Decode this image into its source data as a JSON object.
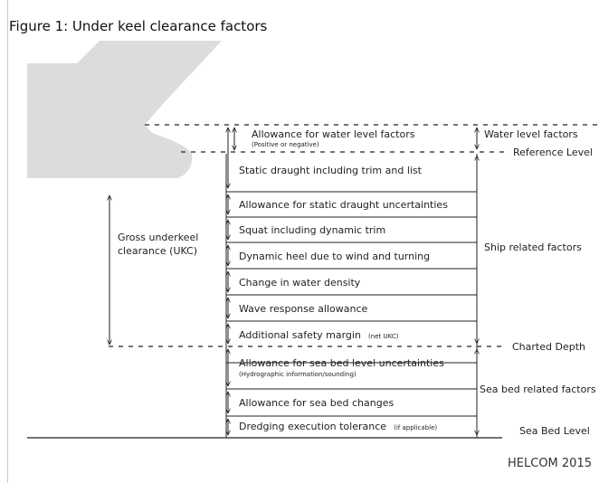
{
  "figure_title": "Figure 1: Under keel clearance factors",
  "credit": "HELCOM 2015",
  "layers": [
    {
      "label": "Allowance for water level factors",
      "note": "(Positive or negative)"
    },
    {
      "label": "Static draught including trim and list",
      "note": ""
    },
    {
      "label": "Allowance for static draught uncertainties",
      "note": ""
    },
    {
      "label": "Squat including dynamic trim",
      "note": ""
    },
    {
      "label": "Dynamic heel due to wind and turning",
      "note": ""
    },
    {
      "label": "Change in water density",
      "note": ""
    },
    {
      "label": "Wave response allowance",
      "note": ""
    },
    {
      "label": "Additional safety margin",
      "note": "(net UKC)"
    },
    {
      "label": "Allowance for sea bed level uncertainties",
      "note": "(Hydrographic information/sounding)"
    },
    {
      "label": "Allowance for sea bed changes",
      "note": ""
    },
    {
      "label": "Dredging execution tolerance",
      "note": "(if applicable)"
    }
  ],
  "levels": {
    "reference": "Reference Level",
    "charted_depth": "Charted Depth",
    "sea_bed": "Sea Bed Level"
  },
  "groups": {
    "water_level": "Water level factors",
    "ship_related": "Ship related factors",
    "sea_bed_related": "Sea bed related factors"
  },
  "gross_ukc": {
    "line1": "Gross underkeel",
    "line2": "clearance (UKC)"
  },
  "colors": {
    "hull": "#dcdcdc",
    "line": "#222222"
  }
}
